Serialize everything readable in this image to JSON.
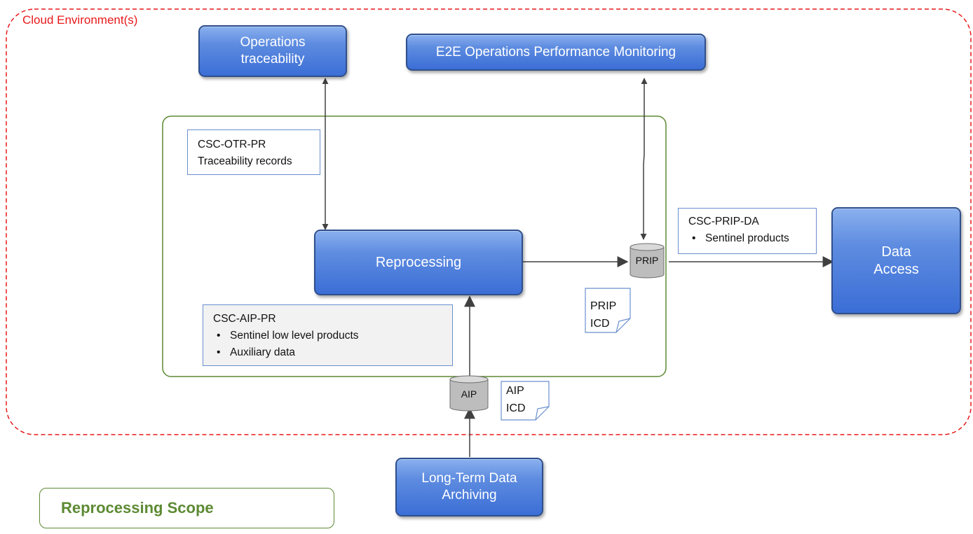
{
  "cloud": {
    "label": "Cloud Environment(s)"
  },
  "services": {
    "ops_traceability": {
      "line1": "Operations",
      "line2": "traceability"
    },
    "e2e_monitoring": {
      "label": "E2E Operations Performance Monitoring"
    },
    "reprocessing": {
      "label": "Reprocessing"
    },
    "data_access": {
      "line1": "Data",
      "line2": "Access"
    },
    "ltda": {
      "line1": "Long-Term Data",
      "line2": "Archiving"
    }
  },
  "interfaces": {
    "otr": {
      "title": "CSC-OTR-PR",
      "line": "Traceability records"
    },
    "aip_pr": {
      "title": "CSC-AIP-PR",
      "items": [
        "Sentinel low level products",
        "Auxiliary data"
      ]
    },
    "prip_da": {
      "title": "CSC-PRIP-DA",
      "items": [
        "Sentinel products"
      ]
    }
  },
  "stores": {
    "prip": "PRIP",
    "aip": "AIP"
  },
  "documents": {
    "prip_icd": {
      "line1": "PRIP",
      "line2": "ICD"
    },
    "aip_icd": {
      "line1": "AIP",
      "line2": "ICD"
    }
  },
  "legend": {
    "scope": "Reprocessing Scope"
  },
  "colors": {
    "cloud_border": "#e8191b",
    "scope_border": "#5d8a33",
    "box_fill": "#4f7fdc",
    "arrow": "#404040"
  }
}
